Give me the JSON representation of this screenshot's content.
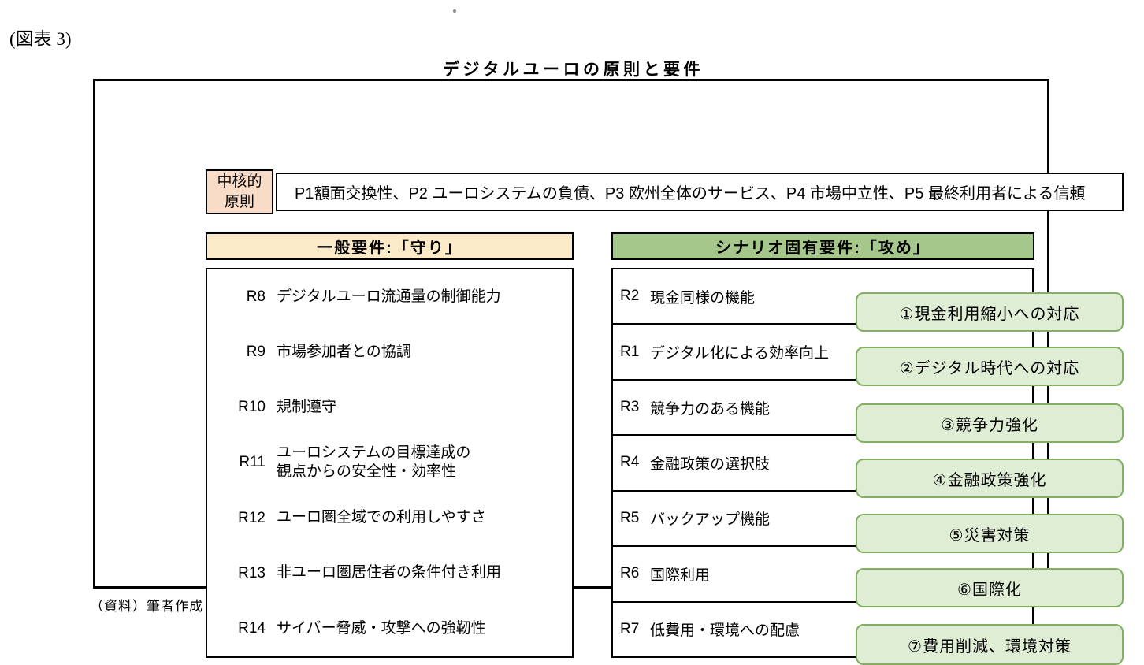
{
  "page": {
    "figure_label": "(図表 3)",
    "title": "デジタルユーロの原則と要件",
    "source_note": "（資料）筆者作成"
  },
  "core": {
    "label": "中核的\n原則",
    "principles": "P1額面交換性、P2 ユーロシステムの負債、P3 欧州全体のサービス、P4 市場中立性、P5 最終利用者による信頼"
  },
  "general": {
    "header": "一般要件:「守り」",
    "items": [
      {
        "id": "R8",
        "text": "デジタルユーロ流通量の制御能力"
      },
      {
        "id": "R9",
        "text": "市場参加者との協調"
      },
      {
        "id": "R10",
        "text": "規制遵守"
      },
      {
        "id": "R11",
        "text": "ユーロシステムの目標達成の\n観点からの安全性・効率性"
      },
      {
        "id": "R12",
        "text": "ユーロ圏全域での利用しやすさ"
      },
      {
        "id": "R13",
        "text": "非ユーロ圏居住者の条件付き利用"
      },
      {
        "id": "R14",
        "text": "サイバー脅威・攻撃への強靭性"
      }
    ]
  },
  "scenario": {
    "header": "シナリオ固有要件:「攻め」",
    "rows": [
      {
        "id": "R2",
        "text": "現金同様の機能",
        "goal": "①現金利用縮小への対応"
      },
      {
        "id": "R1",
        "text": "デジタル化による効率向上",
        "goal": "②デジタル時代への対応"
      },
      {
        "id": "R3",
        "text": "競争力のある機能",
        "goal": "③競争力強化"
      },
      {
        "id": "R4",
        "text": "金融政策の選択肢",
        "goal": "④金融政策強化"
      },
      {
        "id": "R5",
        "text": "バックアップ機能",
        "goal": "⑤災害対策"
      },
      {
        "id": "R6",
        "text": "国際利用",
        "goal": "⑥国際化"
      },
      {
        "id": "R7",
        "text": "低費用・環境への配慮",
        "goal": "⑦費用削減、環境対策"
      }
    ]
  },
  "colors": {
    "core_label_bg": "#F9DCC7",
    "general_header_bg": "#FBEAC8",
    "scenario_header_bg": "#A6C78C",
    "goal_box_bg": "#DFEDD5",
    "goal_box_border": "#82AF62"
  }
}
